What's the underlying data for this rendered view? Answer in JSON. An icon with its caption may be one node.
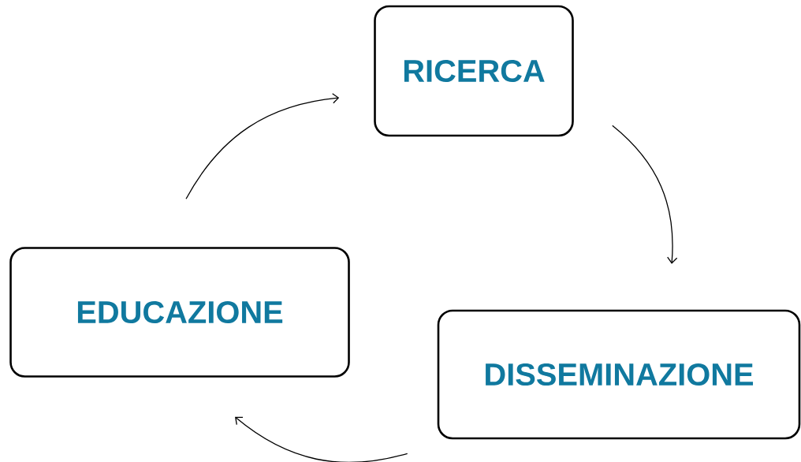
{
  "diagram": {
    "nodes": [
      {
        "text": [
          "RICERCA"
        ]
      },
      {
        "text": [
          "EDUCAZIONE"
        ]
      },
      {
        "text": [
          "DISSEMINAZIONE"
        ]
      }
    ],
    "edges": [
      {
        "from": 0,
        "to": 2,
        "arrow": "to"
      },
      {
        "from": 2,
        "to": 1,
        "arrow": "to"
      },
      {
        "from": 1,
        "to": 0,
        "arrow": "to"
      }
    ]
  }
}
